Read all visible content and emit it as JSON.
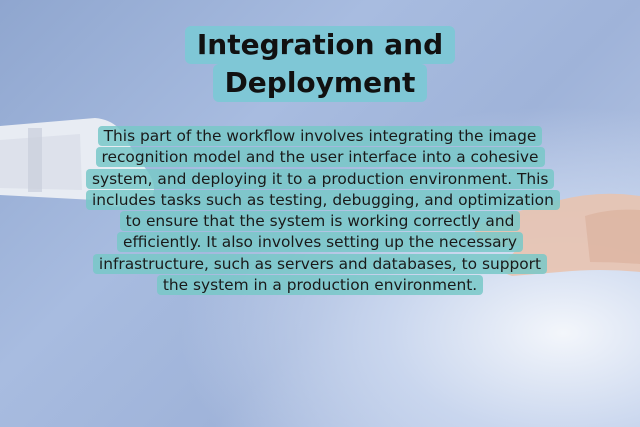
{
  "title": {
    "line1": "Integration and",
    "line2": "Deployment"
  },
  "body": "This part of the workflow involves integrating the image recognition model and the user interface into a cohesive system, and deploying it to a production environment. This includes tasks such as testing, debugging, and optimization to ensure that the system is working correctly and efficiently. It also involves setting up the necessary infrastructure, such as servers and databases, to support the system in a production environment.",
  "colors": {
    "highlight": "#7fc7d6",
    "background": "#9fb3d9"
  }
}
